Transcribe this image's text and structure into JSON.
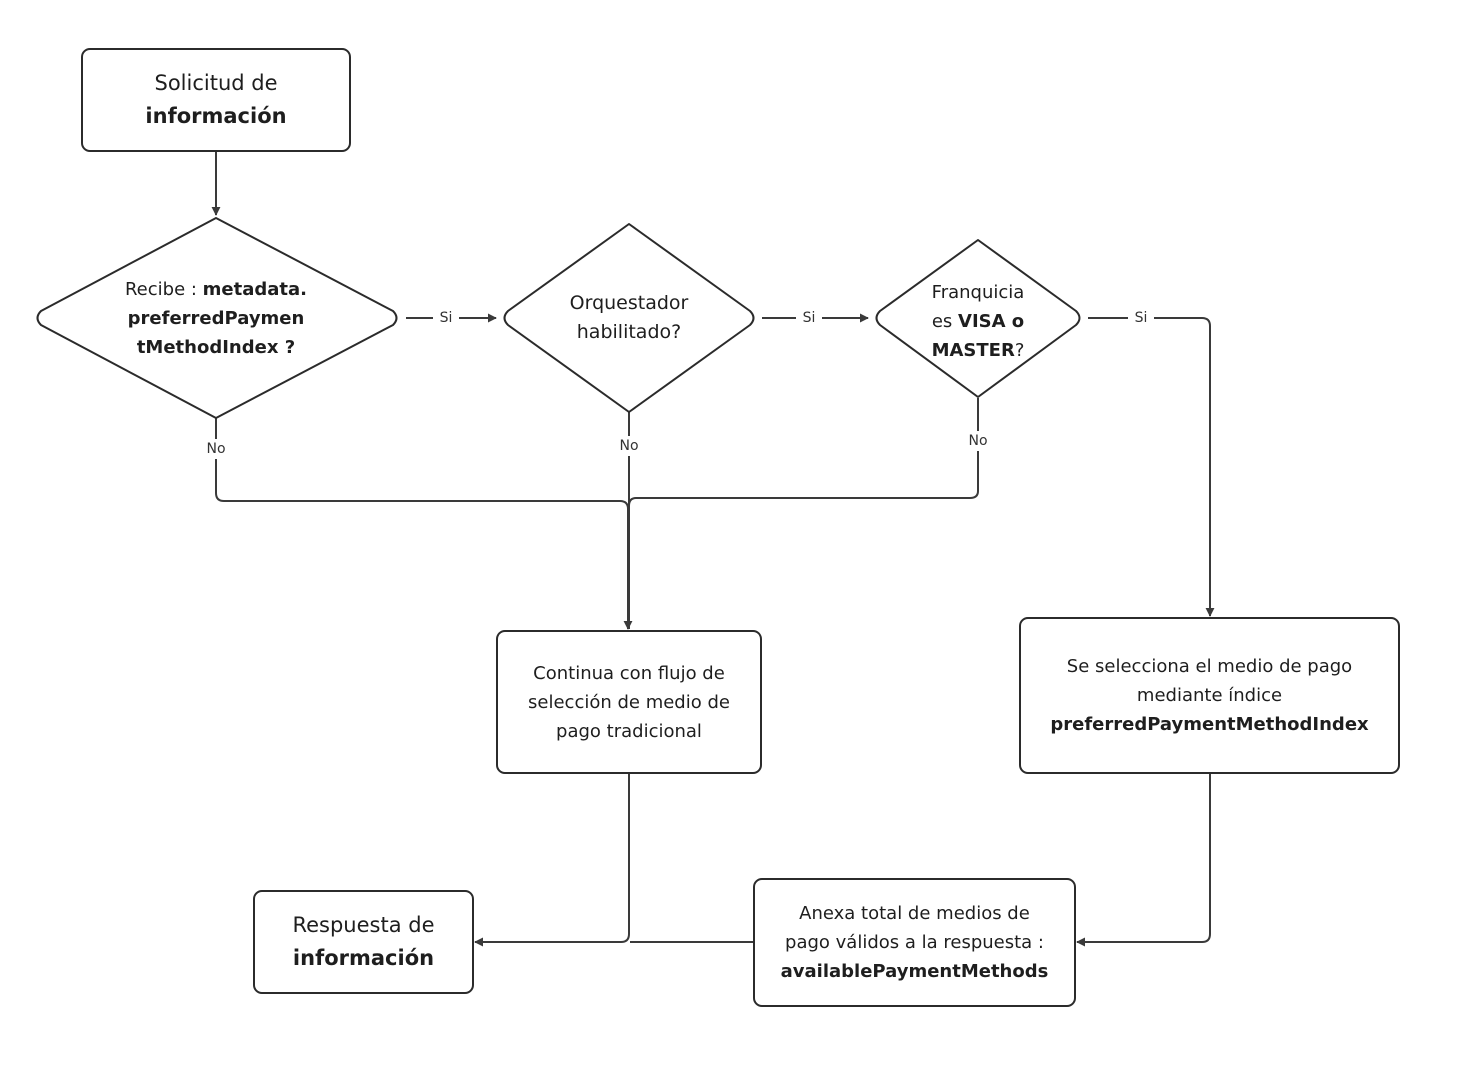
{
  "nodes": {
    "solicitud": {
      "line1": "Solicitud de",
      "line2": "información"
    },
    "recibe": {
      "line1_prefix": "Recibe : ",
      "line1_bold": "metadata.",
      "line2": "preferredPaymen",
      "line3": "tMethodIndex ?"
    },
    "orquestador": {
      "line1": "Orquestador",
      "line2": "habilitado?"
    },
    "franquicia": {
      "line1": "Franquicia",
      "line2_prefix": "es ",
      "line2_bold": "VISA o",
      "line3_bold": "MASTER",
      "line3_suffix": "?"
    },
    "continua": {
      "line1": "Continua con flujo de",
      "line2": "selección de medio de",
      "line3": "pago tradicional"
    },
    "selecciona": {
      "line1": "Se selecciona el medio de pago",
      "line2": "mediante índice",
      "line3": "preferredPaymentMethodIndex"
    },
    "anexa": {
      "line1": "Anexa total de medios de",
      "line2": "pago válidos a la respuesta :",
      "line3": "availablePaymentMethods"
    },
    "respuesta": {
      "line1": "Respuesta de",
      "line2": "información"
    }
  },
  "edge_labels": {
    "recibe_si": "Si",
    "orquestador_si": "Si",
    "franquicia_si": "Si",
    "recibe_no": "No",
    "orquestador_no": "No",
    "franquicia_no": "No"
  },
  "colors": {
    "stroke": "#2b2b2b",
    "edge": "#3a3a3a",
    "text": "#1e1e1e",
    "background": "#ffffff"
  }
}
